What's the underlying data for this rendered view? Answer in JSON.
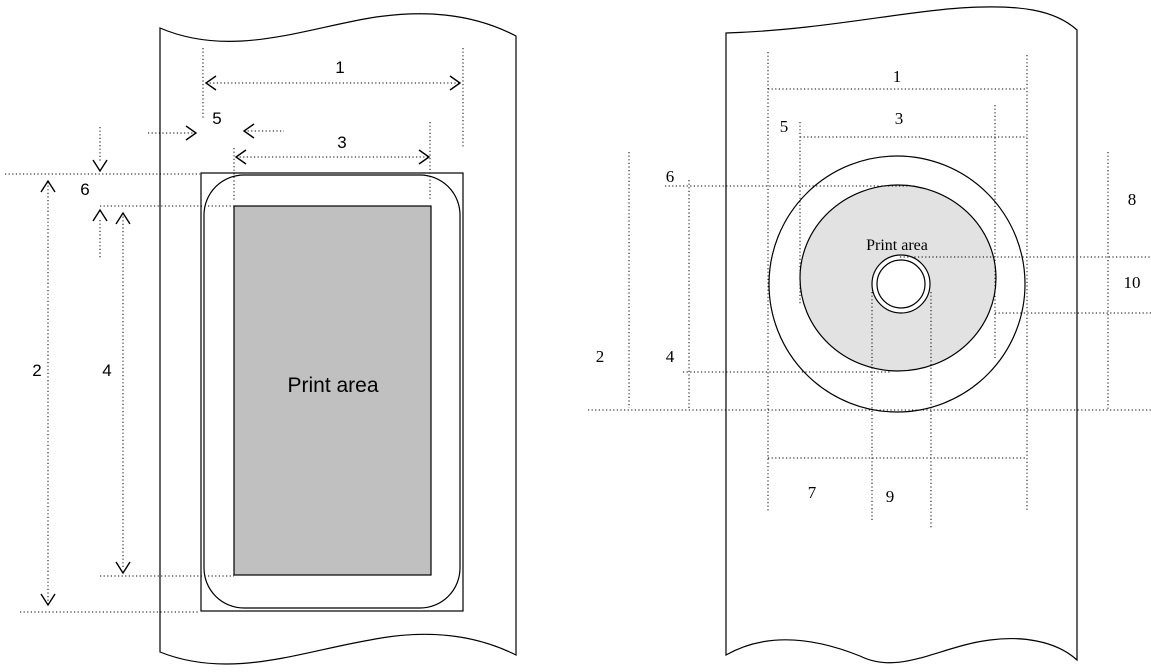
{
  "left_diagram": {
    "print_area_label": "Print area",
    "dim_labels": [
      "1",
      "2",
      "3",
      "4",
      "5",
      "6"
    ]
  },
  "right_diagram": {
    "print_area_label": "Print area",
    "dim_labels": [
      "1",
      "2",
      "3",
      "4",
      "5",
      "6",
      "7",
      "8",
      "9",
      "10"
    ]
  },
  "colors": {
    "card_print_area": "#c0c0c0",
    "disc_print_area": "#e2e2e2",
    "line": "#000000"
  }
}
